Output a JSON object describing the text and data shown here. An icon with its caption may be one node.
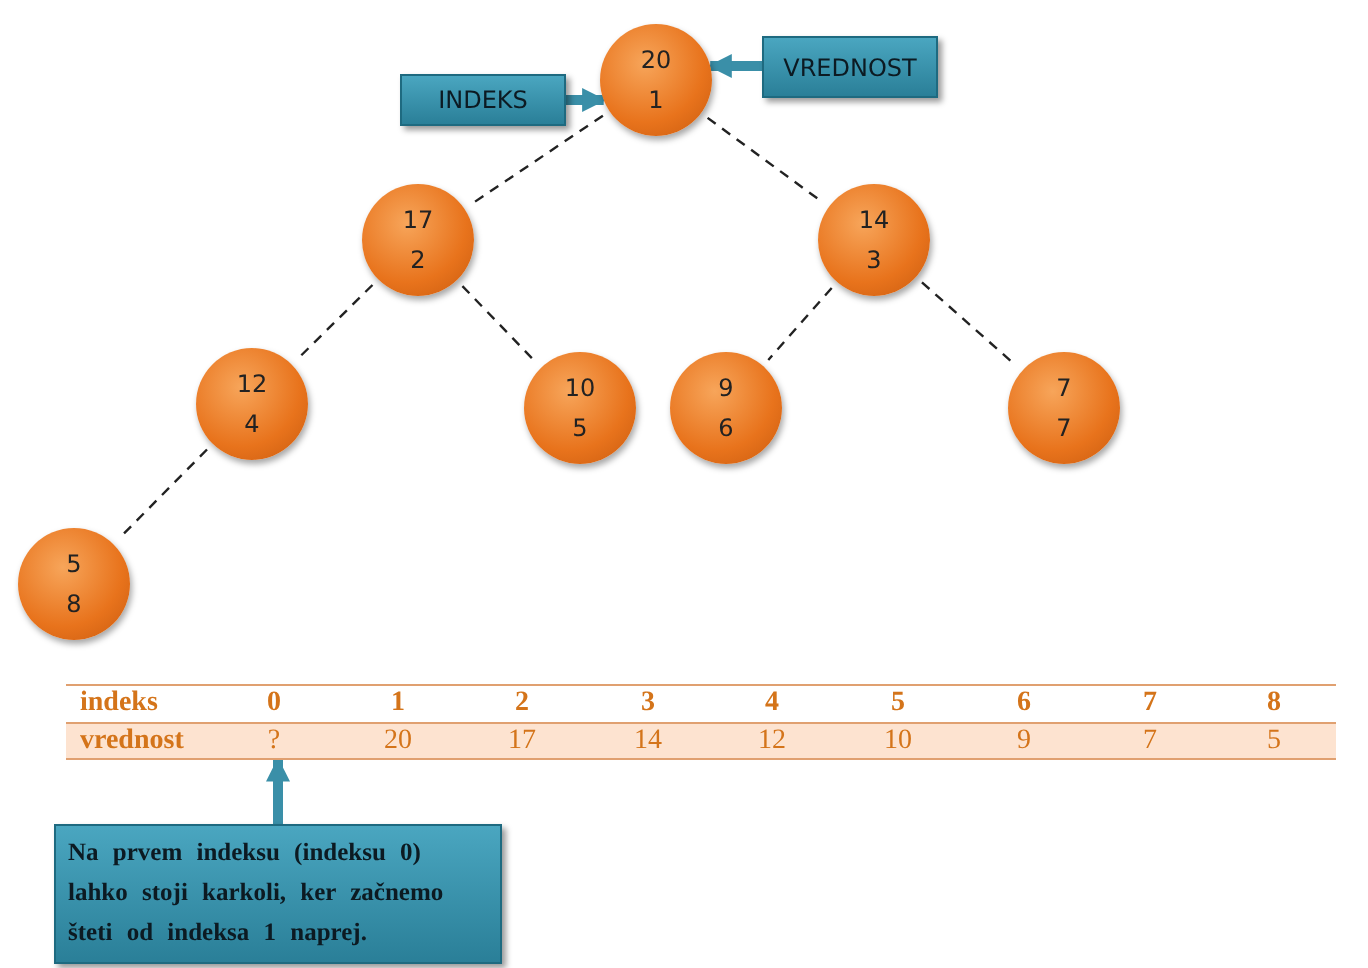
{
  "diagram": {
    "nodes": [
      {
        "text": [
          "20",
          "1"
        ]
      },
      {
        "text": [
          "17",
          "2"
        ]
      },
      {
        "text": [
          "14",
          "3"
        ]
      },
      {
        "text": [
          "12",
          "4"
        ]
      },
      {
        "text": [
          "10",
          "5"
        ]
      },
      {
        "text": [
          "9",
          "6"
        ]
      },
      {
        "text": [
          "7",
          "7"
        ]
      },
      {
        "text": [
          "5",
          "8"
        ]
      },
      {
        "text": [
          "INDEKS"
        ]
      },
      {
        "text": [
          "VREDNOST"
        ]
      },
      {
        "text": [
          "Na prvem indeksu  (indeksu 0) lahko stoji karkoli, ker začnemo šteti od indeksa 1 naprej."
        ]
      },
      {
        "text": [],
        "shape": "box"
      }
    ],
    "edges": [
      {
        "from": 0,
        "to": 1,
        "arrow": "none",
        "style": "dashed"
      },
      {
        "from": 0,
        "to": 2,
        "arrow": "none",
        "style": "dashed"
      },
      {
        "from": 1,
        "to": 3,
        "arrow": "none",
        "style": "dashed"
      },
      {
        "from": 1,
        "to": 4,
        "arrow": "none",
        "style": "dashed"
      },
      {
        "from": 2,
        "to": 5,
        "arrow": "none",
        "style": "dashed"
      },
      {
        "from": 2,
        "to": 6,
        "arrow": "none",
        "style": "dashed"
      },
      {
        "from": 3,
        "to": 7,
        "arrow": "none",
        "style": "dashed"
      },
      {
        "from": 8,
        "to": 0,
        "arrow": "to",
        "style": "thick",
        "color": "#3a8fa8"
      },
      {
        "from": 9,
        "to": 0,
        "arrow": "to",
        "style": "thick",
        "color": "#3a8fa8"
      },
      {
        "from": 10,
        "to": 11,
        "arrow": "to",
        "style": "thick",
        "color": "#3a8fa8"
      }
    ],
    "labels": [
      "indeks",
      "0",
      "1",
      "2",
      "3",
      "4",
      "5",
      "6",
      "7",
      "8",
      "vrednost",
      "?",
      "20",
      "17",
      "14",
      "12",
      "10",
      "9",
      "7",
      "5"
    ]
  }
}
